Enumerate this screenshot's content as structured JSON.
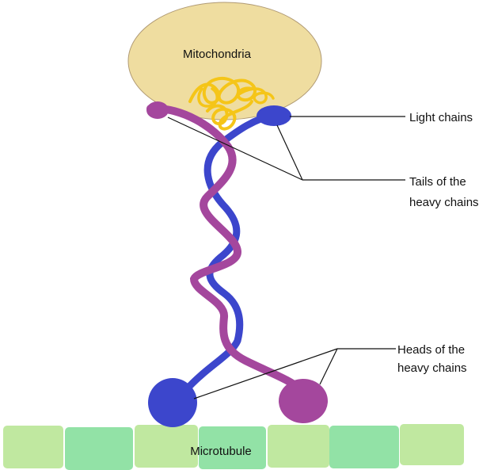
{
  "diagram": {
    "mitochondria": {
      "label": "Mitochondria"
    },
    "microtubule": {
      "label": "Microtubule"
    },
    "labels": {
      "light_chains": "Light chains",
      "tails_line1": "Tails of the",
      "tails_line2": "heavy chains",
      "heads_line1": "Heads of the",
      "heads_line2": "heavy chains"
    }
  },
  "colors": {
    "mitochondria_fill": "#efdda0",
    "mitochondria_stroke": "#b09a74",
    "light_chain": "#f5c518",
    "heavy_chain_blue": "#3c46cc",
    "heavy_chain_purple": "#a4479d",
    "microtubule_light": "#c0e8a0",
    "microtubule_dark": "#92e2a6",
    "leader_line": "#111111"
  }
}
